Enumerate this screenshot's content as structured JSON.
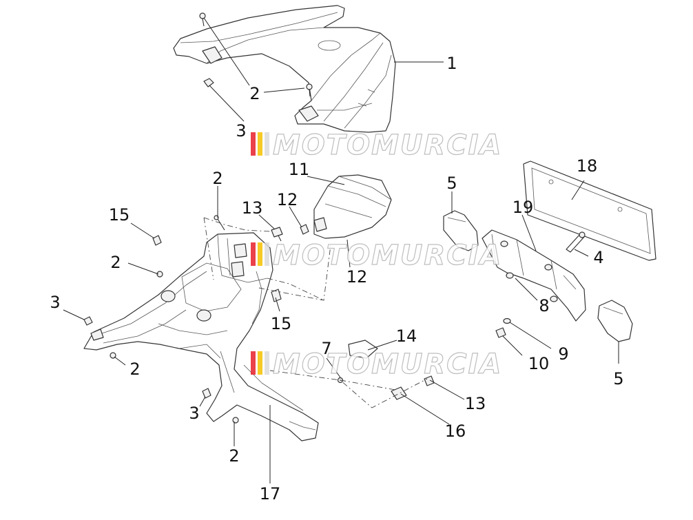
{
  "diagram": {
    "callouts": [
      "1",
      "2",
      "3",
      "2",
      "15",
      "2",
      "3",
      "2",
      "13",
      "12",
      "11",
      "12",
      "15",
      "7",
      "14",
      "13",
      "16",
      "3",
      "2",
      "17",
      "5",
      "18",
      "19",
      "4",
      "8",
      "9",
      "10",
      "5"
    ]
  },
  "watermark": {
    "brand_text": "MOTOMURCIA",
    "stripe_colors": [
      "#e8202a",
      "#f6c200",
      "#dcdcdc"
    ]
  }
}
